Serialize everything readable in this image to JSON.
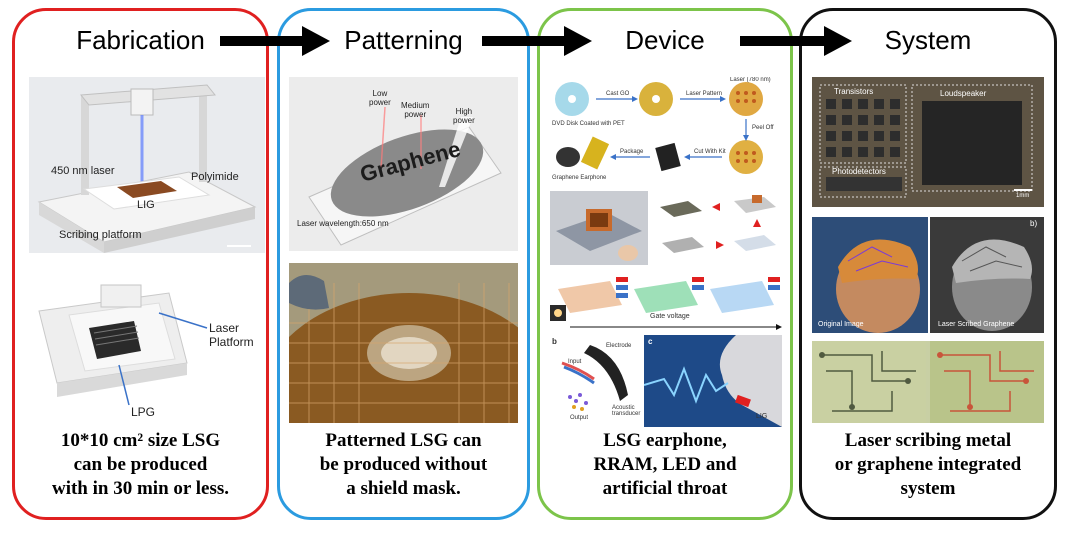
{
  "panels": [
    {
      "title": "Fabrication",
      "caption_lines": [
        "10*10 cm² size LSG",
        "can be produced",
        "with in 30 min or less."
      ],
      "border": "#e02020"
    },
    {
      "title": "Patterning",
      "caption_lines": [
        "Patterned LSG can",
        "be produced without",
        "a shield mask."
      ],
      "border": "#2b9be0"
    },
    {
      "title": "Device",
      "caption_lines": [
        "LSG earphone,",
        "RRAM, LED and",
        "artificial throat"
      ],
      "border": "#7cc44a"
    },
    {
      "title": "System",
      "caption_lines": [
        "Laser scribing metal",
        "or graphene integrated",
        "system"
      ],
      "border": "#111111"
    }
  ],
  "fabrication": {
    "labels": {
      "laser": "450 nm laser",
      "polyimide": "Polyimide",
      "lig": "LIG",
      "platform": "Scribing platform",
      "laser_platform": "Laser\nPlatform",
      "lpg": "LPG"
    }
  },
  "patterning": {
    "labels": {
      "low": "Low\npower",
      "medium": "Medium\npower",
      "high": "High\npower",
      "wavelength": "Laser wavelength:650 nm",
      "word": "Graphene"
    }
  },
  "device": {
    "labels": {
      "gate_voltage": "Gate voltage",
      "lig": "LIG",
      "b": "b",
      "c": "c",
      "electrode": "Electrode",
      "input": "Input",
      "output": "Output",
      "acoustic": "Acoustic\ntransducer",
      "graphene_earphone": "Graphene Earphone",
      "disk": "DVD Disk Coated with PET",
      "cast_go": "Cast GO",
      "laser_pattern": "Laser Pattern",
      "peel_off": "Peel Off",
      "cut_with_kit": "Cut With Kit",
      "package": "Package",
      "laser_780": "Laser (780 nm)"
    }
  },
  "system": {
    "labels": {
      "transistors": "Transistors",
      "loudspeaker": "Loudspeaker",
      "photodetectors": "Photodetectors",
      "scale": "1mm",
      "original": "Original Image",
      "lsg": "Laser Scribed Graphene",
      "b": "b)"
    }
  },
  "colors": {
    "red": "#e02020",
    "blue": "#2b9be0",
    "green": "#7cc44a",
    "black": "#111111"
  },
  "icons": [
    "arrow-right-icon"
  ]
}
